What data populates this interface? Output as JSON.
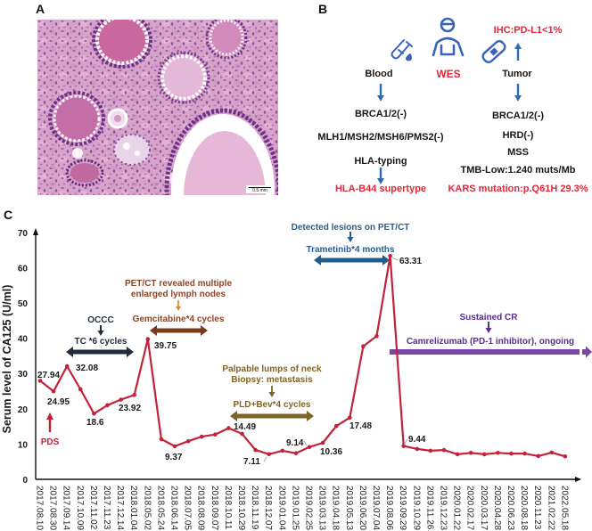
{
  "panels": {
    "a": {
      "label": "A",
      "image": "H&E histology micrograph",
      "scale_bar": "0.5 mm"
    },
    "b": {
      "label": "B",
      "center": "WES",
      "icons": [
        "test-tube-icon",
        "patient-icon",
        "tissue-slide-icon"
      ],
      "left": {
        "title": "Blood",
        "items": [
          "BRCA1/2(-)",
          "MLH1/MSH2/MSH6/PMS2(-)",
          "HLA-typing"
        ],
        "result": "HLA-B44 supertype"
      },
      "right": {
        "title": "Tumor",
        "ihc": "IHC:PD-L1<1%",
        "items": [
          "BRCA1/2(-)",
          "HRD(-)",
          "MSS",
          "TMB-Low:1.240 muts/Mb"
        ],
        "result": "KARS mutation:p.Q61H 29.3%"
      }
    },
    "c": {
      "label": "C"
    }
  },
  "chart_data": {
    "type": "line",
    "title": "",
    "xlabel": "",
    "ylabel": "Serum level of CA125 (U/ml)",
    "ylim": [
      0,
      70
    ],
    "yticks": [
      0,
      10,
      20,
      30,
      40,
      50,
      60,
      70
    ],
    "grid": false,
    "legend": null,
    "categories": [
      "2017.08.10",
      "2017.08.30",
      "2017.09.14",
      "2017.10.09",
      "2017.11.02",
      "2017.11.23",
      "2017.12.14",
      "2018.01.04",
      "2018.05.02",
      "2018.05.24",
      "2018.06.14",
      "2018.07.05",
      "2018.08.09",
      "2018.09.07",
      "2018.10.11",
      "2018.10.29",
      "2018.11.19",
      "2018.12.07",
      "2019.01.04",
      "2019.01.25",
      "2019.02.25",
      "2019.03.13",
      "2019.04.18",
      "2019.05.13",
      "2019.06.20",
      "2019.07.04",
      "2019.08.06",
      "2019.09.29",
      "2019.10.29",
      "2019.11.26",
      "2019.12.23",
      "2020.01.22",
      "2020.02.17",
      "2020.03.17",
      "2020.04.28",
      "2020.06.23",
      "2020.08.18",
      "2020.11.23",
      "2021.02.22",
      "2022.05.18"
    ],
    "series": [
      {
        "name": "CA125",
        "color": "#c1233a",
        "values": [
          27.94,
          24.95,
          32.08,
          25.5,
          18.6,
          21.0,
          22.6,
          23.92,
          39.75,
          11.4,
          9.37,
          10.8,
          12.1,
          12.7,
          14.49,
          12.9,
          8.3,
          7.11,
          8.1,
          7.4,
          9.14,
          10.36,
          15.1,
          17.48,
          37.7,
          40.6,
          63.31,
          9.44,
          8.6,
          8.1,
          8.3,
          7.1,
          7.5,
          7.1,
          7.5,
          7.3,
          7.3,
          6.6,
          7.6,
          6.5
        ]
      }
    ],
    "data_labels": [
      {
        "index": 0,
        "text": "27.94"
      },
      {
        "index": 1,
        "text": "24.95"
      },
      {
        "index": 2,
        "text": "32.08"
      },
      {
        "index": 4,
        "text": "18.6"
      },
      {
        "index": 7,
        "text": "23.92"
      },
      {
        "index": 8,
        "text": "39.75"
      },
      {
        "index": 10,
        "text": "9.37"
      },
      {
        "index": 14,
        "text": "14.49"
      },
      {
        "index": 17,
        "text": "7.11"
      },
      {
        "index": 20,
        "text": "9.14"
      },
      {
        "index": 21,
        "text": "10.36"
      },
      {
        "index": 23,
        "text": "17.48"
      },
      {
        "index": 26,
        "text": "63.31"
      },
      {
        "index": 27,
        "text": "9.44"
      }
    ],
    "annotations": [
      {
        "name": "pds",
        "lines": [
          "PDS"
        ],
        "arrow": "up",
        "color": "#c1233a"
      },
      {
        "name": "tc",
        "lines": [
          "OCCC"
        ],
        "label": "TC *6 cycles",
        "range": [
          "2017.09.14",
          "2018.01.04"
        ],
        "color": "#1f2b38"
      },
      {
        "name": "gemcitabine",
        "lines": [
          "PET/CT revealed multiple",
          "enlarged lymph nodes"
        ],
        "label": "Gemcitabine*4 cycles",
        "range": [
          "2018.05.02",
          "2018.08.09"
        ],
        "color": "#8a4526",
        "arrow_color": "#7a3a1c"
      },
      {
        "name": "pld-bev",
        "lines": [
          "Palpable lumps of neck",
          "Biopsy: metastasis"
        ],
        "label": "PLD+Bev*4 cycles",
        "range": [
          "2018.10.29",
          "2019.02.25"
        ],
        "color": "#7d6529"
      },
      {
        "name": "trametinib",
        "lines": [
          "Detected lesions on PET/CT"
        ],
        "label": "Trametinib*4 months",
        "range": [
          "2019.03.13",
          "2019.08.06"
        ],
        "color": "#2a5d8c"
      },
      {
        "name": "camrelizumab",
        "lines": [
          "Sustained CR"
        ],
        "label": "Camrelizumab (PD-1 inhibitor), ongoing",
        "range": [
          "2019.08.06",
          "ongoing"
        ],
        "color": "#5a2d8e",
        "arrow_color": "#7845a8"
      }
    ]
  }
}
